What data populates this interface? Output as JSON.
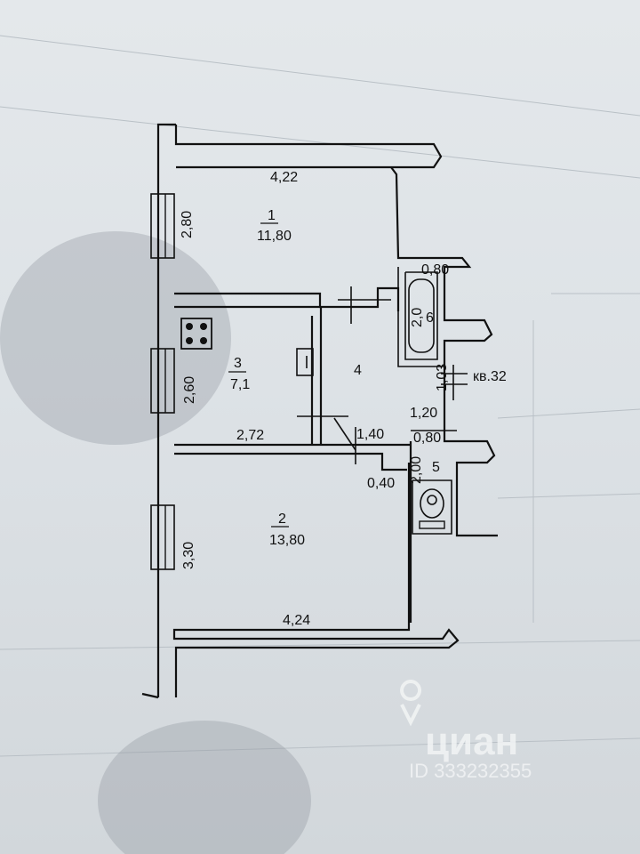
{
  "plan": {
    "rooms": [
      {
        "number": "1",
        "area": "11,80"
      },
      {
        "number": "2",
        "area": "13,80"
      },
      {
        "number": "3",
        "area": "7,1"
      },
      {
        "number": "4"
      },
      {
        "number": "5"
      },
      {
        "number": "6"
      }
    ],
    "dimensions": {
      "room1_width": "4,22",
      "room1_depth": "2,80",
      "room2_width": "4,24",
      "room2_depth": "3,30",
      "room3_width": "2,72",
      "room3_depth": "2,60",
      "bath_width": "0,80",
      "bath_length": "2,0",
      "hall_width": "1,40",
      "hall_depth": "1,03",
      "wc_top": "1,20",
      "wc_width": "0,80",
      "wc_depth": "2,00",
      "wc_offset": "0,40"
    },
    "apartment_label": "кв.32"
  },
  "watermark": {
    "brand": "циан",
    "id_text": "ID 333232355"
  },
  "colors": {
    "paper": "#e0e4e7",
    "ink": "#111111",
    "watermark": "#f2f4f5"
  }
}
